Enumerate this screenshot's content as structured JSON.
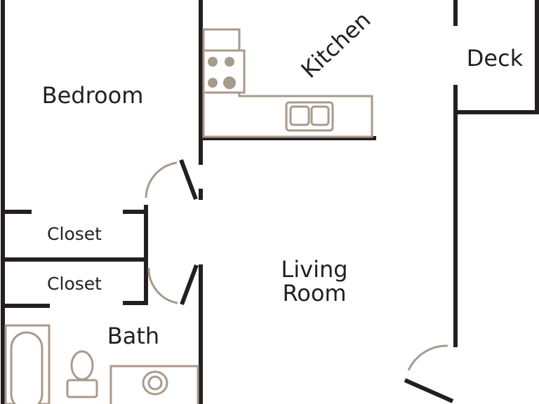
{
  "rooms": {
    "bedroom": "Bedroom",
    "kitchen": "Kitchen",
    "deck": "Deck",
    "closet_1": "Closet",
    "closet_2": "Closet",
    "living_line1": "Living",
    "living_line2": "Room",
    "bath": "Bath"
  },
  "colors": {
    "wall": "#231f20",
    "fixture": "#a89a8c",
    "background": "#ffffff"
  },
  "icons": [
    "stove-icon",
    "sink-icon",
    "bathtub-icon",
    "toilet-icon",
    "bath-sink-icon",
    "door-swing-icon"
  ]
}
